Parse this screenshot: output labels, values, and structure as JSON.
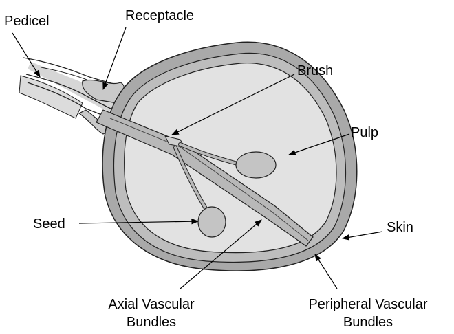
{
  "labels": {
    "pedicel": "Pedicel",
    "receptacle": "Receptacle",
    "brush": "Brush",
    "pulp": "Pulp",
    "seed": "Seed",
    "skin": "Skin",
    "axial_line1": "Axial Vascular",
    "axial_line2": "Bundles",
    "peripheral_line1": "Peripheral Vascular",
    "peripheral_line2": "Bundles"
  },
  "colors": {
    "skin_fill": "#a9a9a9",
    "pulp_fill": "#e2e2e2",
    "bundle_fill": "#b8b8b8",
    "pedicel_fill": "#c4c4c4",
    "outline": "#222222"
  }
}
